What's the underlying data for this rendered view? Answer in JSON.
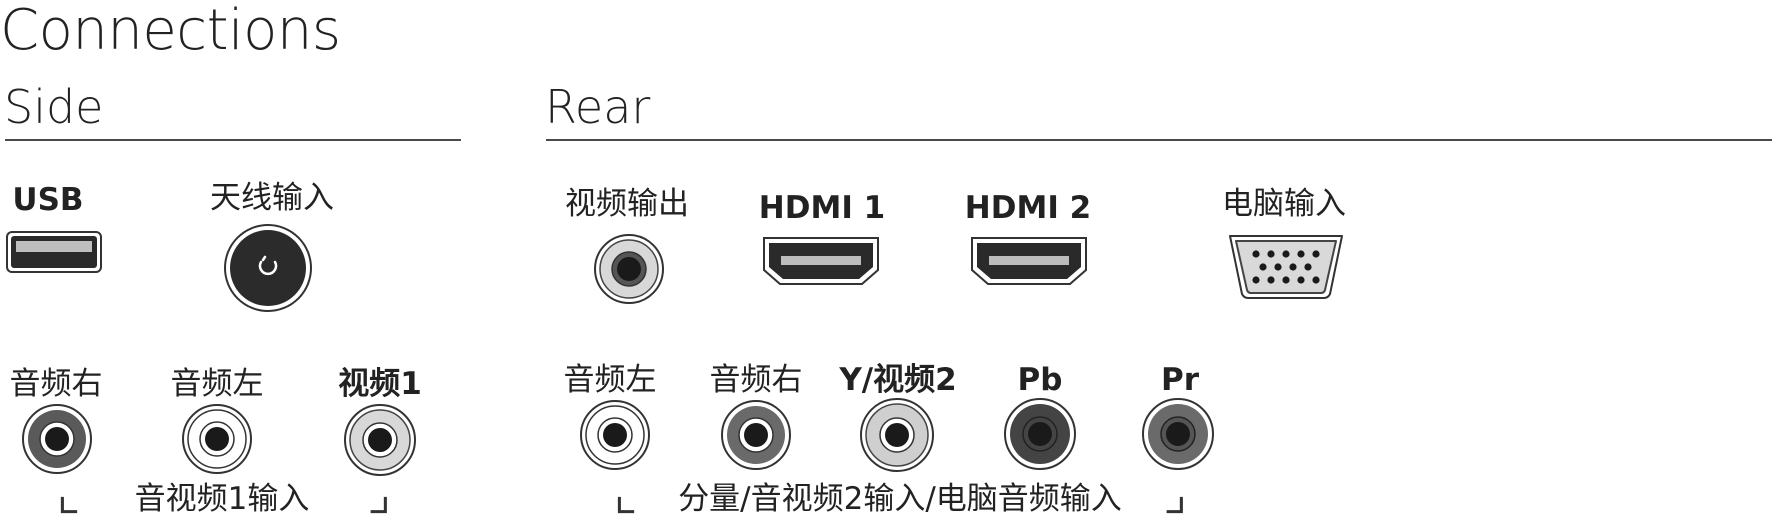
{
  "title": "Connections",
  "side": {
    "heading": "Side",
    "top_ports": [
      {
        "label": "USB",
        "type": "usb"
      },
      {
        "label": "天线输入",
        "type": "antenna"
      }
    ],
    "bottom_ports": [
      {
        "label": "音频右",
        "type": "rca",
        "color": "#5a5a5a"
      },
      {
        "label": "音频左",
        "type": "rca",
        "color": "#ffffff"
      },
      {
        "label": "视频1",
        "type": "rca",
        "color": "#d8d8d8"
      }
    ],
    "group_label": "音视频1输入"
  },
  "rear": {
    "heading": "Rear",
    "top_ports": [
      {
        "label": "视频输出",
        "type": "rca",
        "color": "#d8d8d8"
      },
      {
        "label": "HDMI 1",
        "type": "hdmi"
      },
      {
        "label": "HDMI 2",
        "type": "hdmi"
      },
      {
        "label": "电脑输入",
        "type": "vga"
      }
    ],
    "bottom_ports": [
      {
        "label": "音频左",
        "type": "rca",
        "color": "#ffffff"
      },
      {
        "label": "音频右",
        "type": "rca",
        "color": "#6a6a6a"
      },
      {
        "label": "Y/视频2",
        "type": "rca",
        "color": "#cfcfcf"
      },
      {
        "label": "Pb",
        "type": "rca",
        "color": "#444444"
      },
      {
        "label": "Pr",
        "type": "rca",
        "color": "#6a6a6a"
      }
    ],
    "group_label": "分量/音视频2输入/电脑音频输入"
  },
  "colors": {
    "ink": "#222222",
    "rule": "#4a4a4a",
    "jack_core": "#1a1a1a"
  }
}
